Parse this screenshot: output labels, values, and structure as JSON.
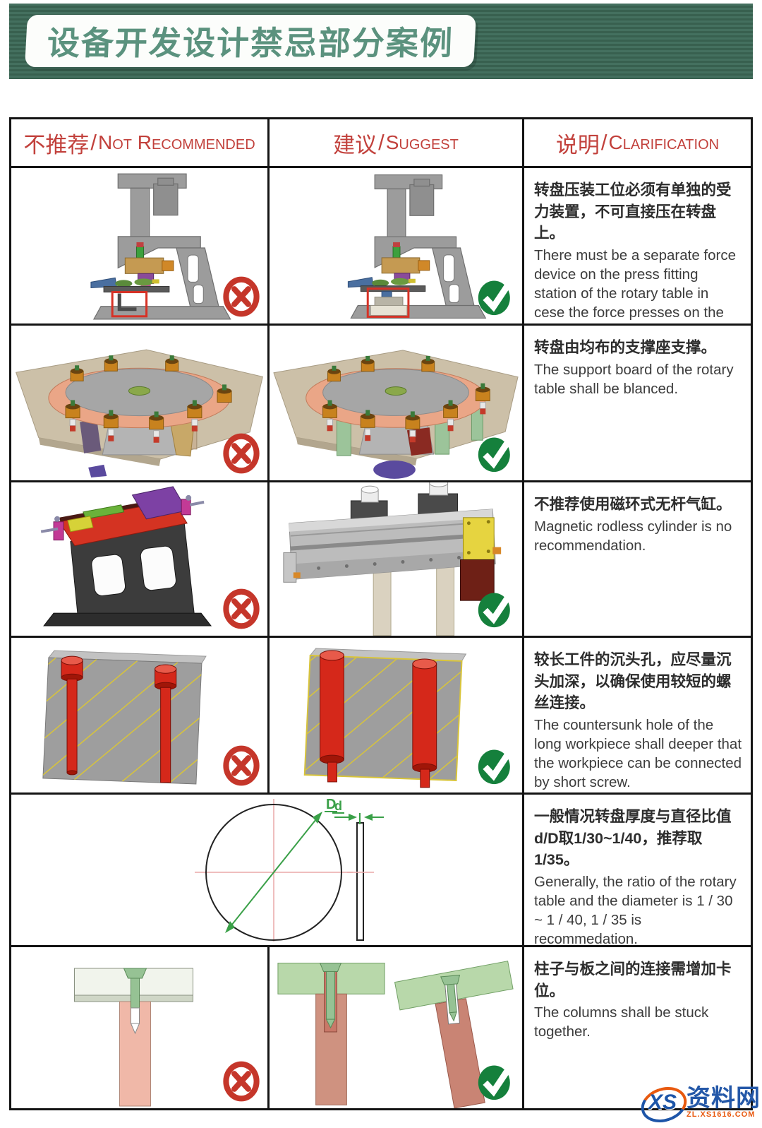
{
  "banner": {
    "title": "设备开发设计禁忌部分案例"
  },
  "colors": {
    "banner_bg": "#3d6555",
    "banner_title_text": "#5b927e",
    "header_red": "#c2413c",
    "cross_red": "#c5362a",
    "check_green": "#15803c",
    "table_border": "#141414"
  },
  "table": {
    "headers": [
      {
        "zh": "不推荐",
        "sep": "/",
        "en": "Not Recommended"
      },
      {
        "zh": "建议",
        "sep": "/",
        "en": "Suggest"
      },
      {
        "zh": "说明",
        "sep": "/",
        "en": "Clarification"
      }
    ],
    "rows": [
      {
        "topic": "press-fitting-station",
        "not_recommended_icon": "red-cross",
        "suggest_icon": "green-check",
        "clarification": {
          "zh": "转盘压装工位必须有单独的受力装置，不可直接压在转盘上。",
          "en": "There must be a separate force device on the press fitting station of the rotary table in cese the force presses on the rotaey table directly."
        }
      },
      {
        "topic": "rotary-table-support",
        "not_recommended_icon": "red-cross",
        "suggest_icon": "green-check",
        "clarification": {
          "zh": "转盘由均布的支撑座支撑。",
          "en": "The support board of the rotary table shall be blanced."
        }
      },
      {
        "topic": "magnetic-rodless-cylinder",
        "not_recommended_icon": "red-cross",
        "suggest_icon": "green-check",
        "clarification": {
          "zh": "不推荐使用磁环式无杆气缸。",
          "en": "Magnetic rodless cylinder is no recommendation."
        }
      },
      {
        "topic": "countersunk-holes",
        "not_recommended_icon": "red-cross",
        "suggest_icon": "green-check",
        "clarification": {
          "zh": "较长工件的沉头孔，应尽量沉头加深，以确保使用较短的螺丝连接。",
          "en": "The countersunk hole of the long workpiece shall deeper that the workpiece can be connected by short screw."
        }
      },
      {
        "topic": "thickness-diameter-ratio",
        "diagram": {
          "big_label": "D",
          "small_label": "d"
        },
        "clarification": {
          "zh": "一般情况转盘厚度与直径比值d/D取1/30~1/40，推荐取1/35。",
          "en": "Generally, the ratio of the rotary table and the diameter is 1 / 30 ~ 1 / 40, 1 / 35 is recommedation."
        }
      },
      {
        "topic": "column-plate-connection",
        "not_recommended_icon": "red-cross",
        "suggest_icon": "green-check",
        "clarification": {
          "zh": "柱子与板之间的连接需增加卡位。",
          "en": "The columns shall be stuck together."
        }
      }
    ]
  },
  "watermark": {
    "logo": "XS",
    "name": "资料网",
    "url": "ZL.XS1616.COM"
  }
}
